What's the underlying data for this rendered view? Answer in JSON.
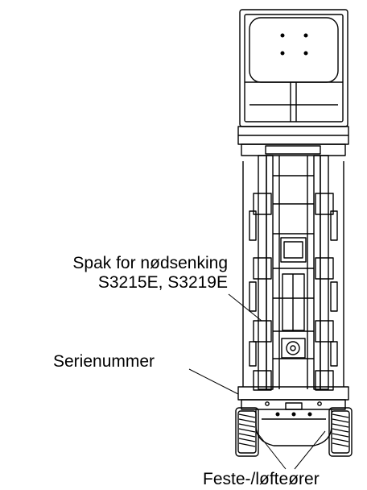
{
  "labels": {
    "emergency_lever_line1": "Spak for nødsenking",
    "emergency_lever_line2": "S3215E, S3219E",
    "serial_number": "Serienummer",
    "tie_lift_lugs": "Feste-/løfteører"
  },
  "colors": {
    "line": "#000000",
    "background": "#ffffff"
  }
}
